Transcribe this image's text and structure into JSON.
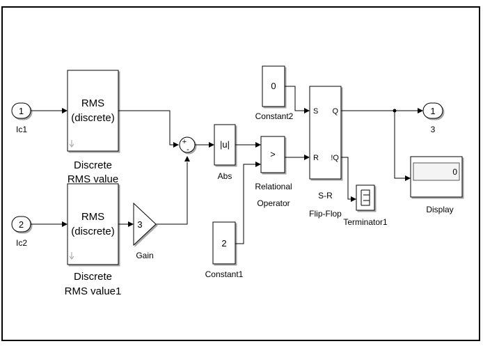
{
  "blocks": {
    "inport1": {
      "port": "1",
      "label": "Ic1"
    },
    "inport2": {
      "port": "2",
      "label": "Ic2"
    },
    "rms1": {
      "line1": "RMS",
      "line2": "(discrete)",
      "name_line1": "Discrete",
      "name_line2": "RMS value"
    },
    "rms2": {
      "line1": "RMS",
      "line2": "(discrete)",
      "name_line1": "Discrete",
      "name_line2": "RMS value1"
    },
    "gain": {
      "value": "3",
      "name": "Gain"
    },
    "sum": {
      "signs_plus": "+",
      "signs_minus": "-"
    },
    "abs": {
      "content": "|u|",
      "name": "Abs"
    },
    "relop": {
      "content": ">",
      "name_line1": "Relational",
      "name_line2": "Operator"
    },
    "constant1": {
      "value": "2",
      "name": "Constant1"
    },
    "constant2": {
      "value": "0",
      "name": "Constant2"
    },
    "flipflop": {
      "port_s": "S",
      "port_r": "R",
      "port_q": "Q",
      "port_nq": "!Q",
      "name_line1": "S-R",
      "name_line2": "Flip-Flop"
    },
    "terminator": {
      "name": "Terminator1"
    },
    "outport": {
      "port": "1",
      "name": "3"
    },
    "display": {
      "value": "0",
      "name": "Display"
    }
  },
  "icons": {
    "rms_corner_mark": "down-arrow-icon",
    "terminator_symbol": "terminator-icon"
  }
}
